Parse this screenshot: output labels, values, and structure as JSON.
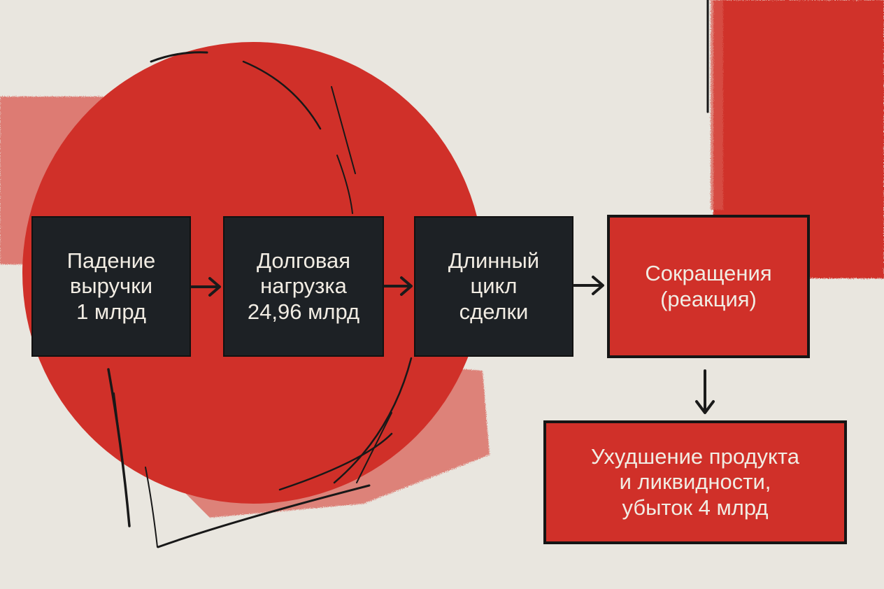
{
  "colors": {
    "background": "#e9e6df",
    "accent_red": "#d03029",
    "dark_box": "#1d2125",
    "text_light": "#f1ece3",
    "ink": "#151515"
  },
  "flow": {
    "nodes": [
      {
        "id": "revenue-drop",
        "label": "Падение\nвыручки\n1 млрд",
        "style": "dark"
      },
      {
        "id": "debt-load",
        "label": "Долговая\nнагрузка\n24,96 млрд",
        "style": "dark"
      },
      {
        "id": "long-deal-cycle",
        "label": "Длинный\nцикл\nсделки",
        "style": "dark"
      },
      {
        "id": "cuts-reaction",
        "label": "Сокращения\n(реакция)",
        "style": "red"
      },
      {
        "id": "product-liquidity-decline",
        "label": "Ухудшение продукта\nи ликвидности,\nубыток 4 млрд",
        "style": "red"
      }
    ],
    "edges": [
      {
        "from": "revenue-drop",
        "to": "debt-load",
        "direction": "right"
      },
      {
        "from": "debt-load",
        "to": "long-deal-cycle",
        "direction": "right"
      },
      {
        "from": "long-deal-cycle",
        "to": "cuts-reaction",
        "direction": "right"
      },
      {
        "from": "cuts-reaction",
        "to": "product-liquidity-decline",
        "direction": "down"
      }
    ]
  }
}
